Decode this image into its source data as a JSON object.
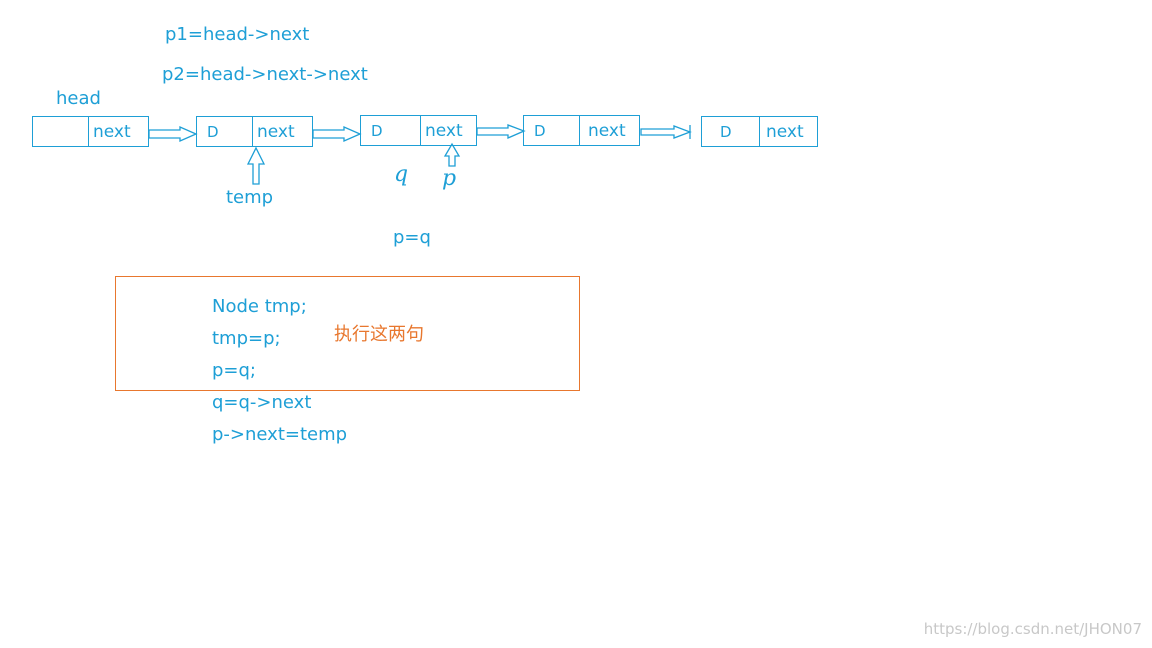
{
  "colors": {
    "blue": "#1e9fd6",
    "orange": "#e8772e",
    "watermark": "#c8c8c8"
  },
  "top_labels": {
    "p1": "p1=head->next",
    "p2": "p2=head->next->next"
  },
  "head_label": "head",
  "nodes": [
    {
      "data": "",
      "next": "next"
    },
    {
      "data": "D",
      "next": "next"
    },
    {
      "data": "D",
      "next": "next"
    },
    {
      "data": "D",
      "next": "next"
    },
    {
      "data": "D",
      "next": "next"
    }
  ],
  "temp_label": "temp",
  "hand": {
    "q": "q",
    "p": "p"
  },
  "assign_label": "p=q",
  "code_lines": [
    "Node tmp;",
    "tmp=p;",
    "p=q;",
    "q=q->next",
    "p->next=temp"
  ],
  "note": "执行这两句",
  "watermark": "https://blog.csdn.net/JHON07"
}
